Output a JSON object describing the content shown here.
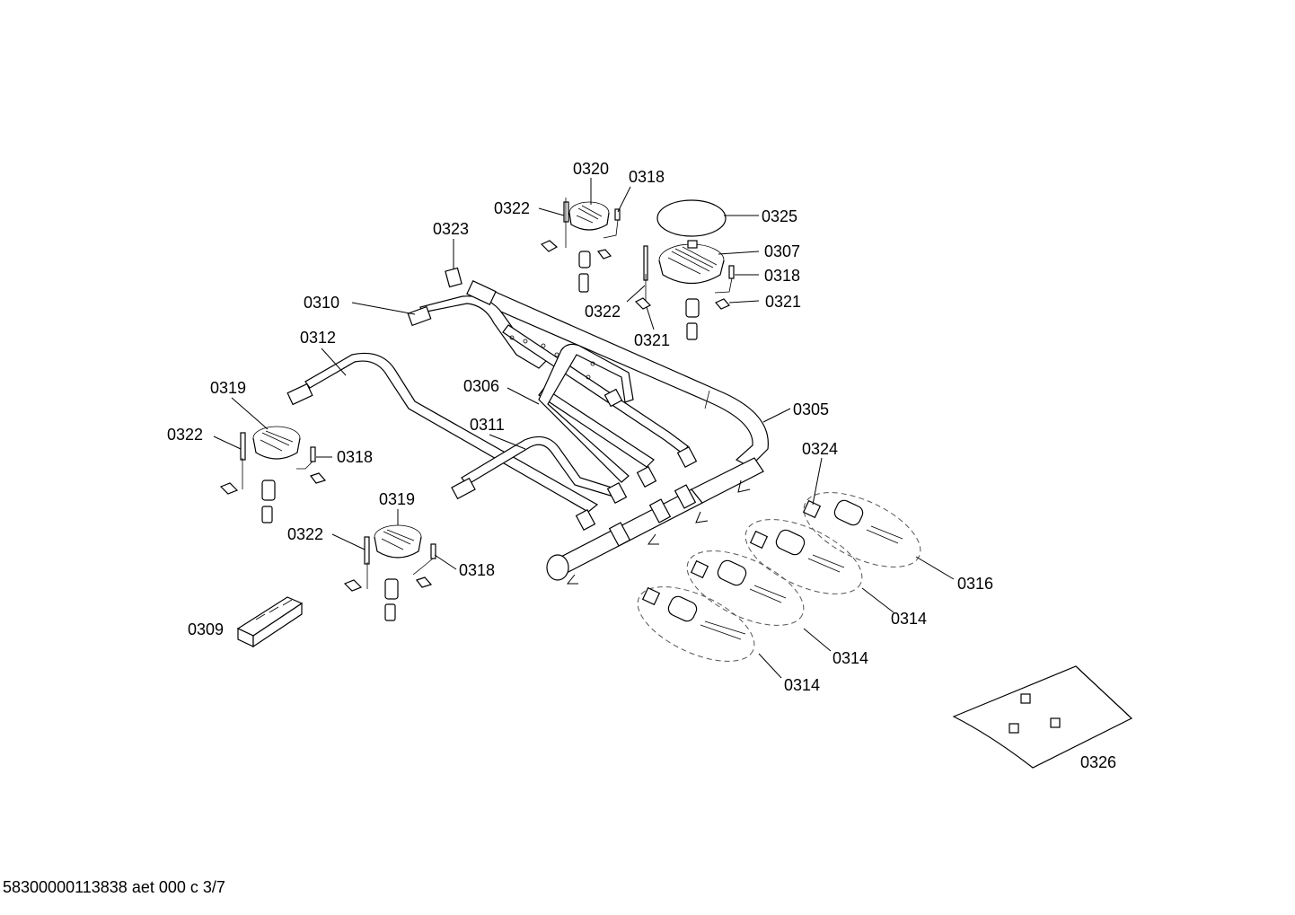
{
  "footer_text": "58300000113838 aet 000 c 3/7",
  "labels": {
    "l0320": "0320",
    "l0318_top": "0318",
    "l0322_top": "0322",
    "l0325": "0325",
    "l0307": "0307",
    "l0318_right": "0318",
    "l0321_right": "0321",
    "l0322_mid": "0322",
    "l0321_mid": "0321",
    "l0323": "0323",
    "l0310": "0310",
    "l0312": "0312",
    "l0319_left": "0319",
    "l0322_left": "0322",
    "l0318_left": "0318",
    "l0306": "0306",
    "l0311": "0311",
    "l0305": "0305",
    "l0324": "0324",
    "l0319_low": "0319",
    "l0322_low": "0322",
    "l0318_low": "0318",
    "l0316": "0316",
    "l0314_a": "0314",
    "l0314_b": "0314",
    "l0314_c": "0314",
    "l0309": "0309",
    "l0326": "0326"
  }
}
